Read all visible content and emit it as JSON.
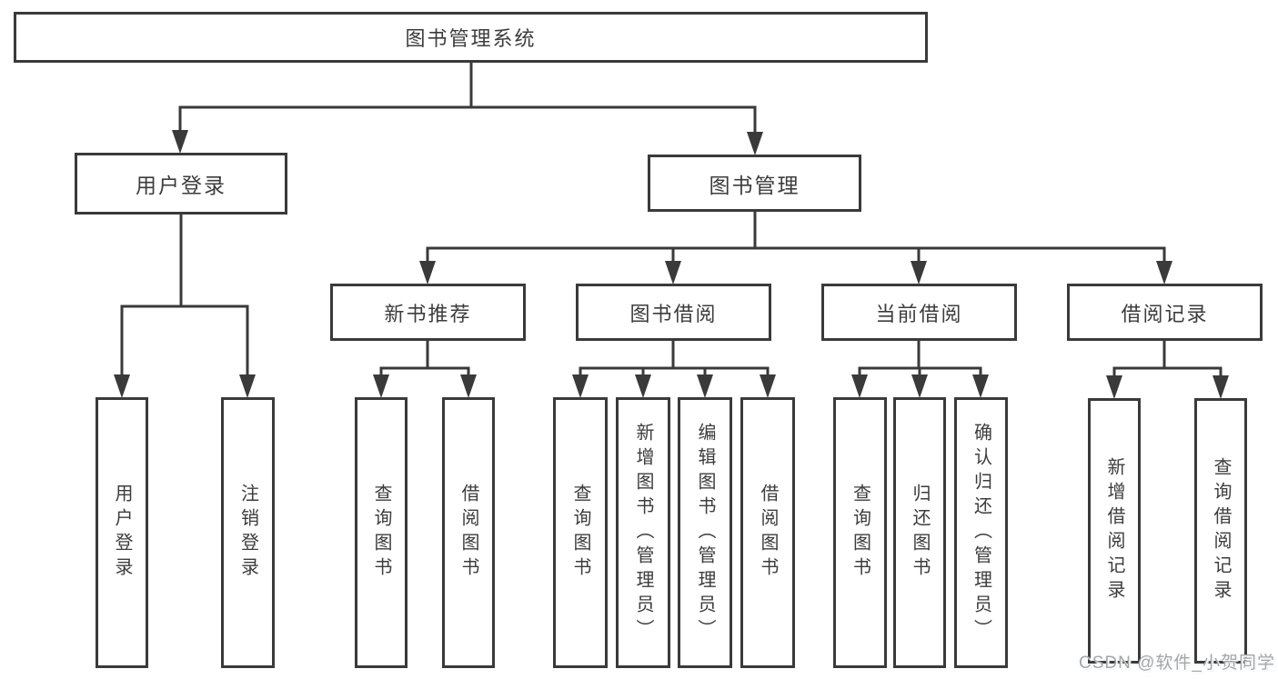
{
  "diagram": {
    "title": "图书管理系统",
    "level2": {
      "user_login": "用户登录",
      "book_mgmt": "图书管理"
    },
    "level3": {
      "new_book_rec": "新书推荐",
      "book_borrow": "图书借阅",
      "current_borrow": "当前借阅",
      "borrow_records": "借阅记录"
    },
    "leaves": {
      "user_login": [
        "用户登录",
        "注销登录"
      ],
      "new_book_rec": [
        "查询图书",
        "借阅图书"
      ],
      "book_borrow": [
        "查询图书",
        "新增图书（管理员）",
        "编辑图书（管理员）",
        "借阅图书"
      ],
      "current_borrow": [
        "查询图书",
        "归还图书",
        "确认归还（管理员）"
      ],
      "borrow_records": [
        "新增借阅记录",
        "查询借阅记录"
      ]
    },
    "watermark": "CSDN @软件_小贺同学",
    "colors": {
      "line": "#3a3a3a",
      "box_background": "#ffffff",
      "watermark": "#a2a6aa"
    }
  }
}
